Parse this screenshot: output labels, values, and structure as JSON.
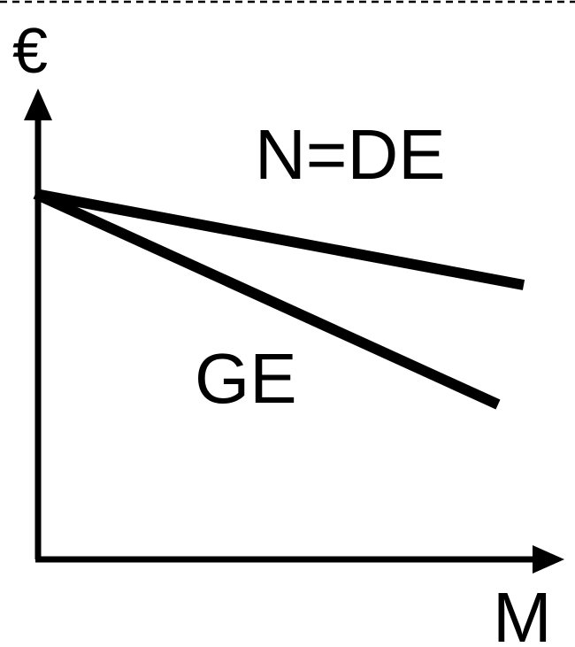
{
  "diagram": {
    "y_axis_label": "€",
    "x_axis_label": "M",
    "lines": [
      {
        "label": "N=DE"
      },
      {
        "label": "GE"
      }
    ],
    "colors": {
      "ink": "#000000",
      "background": "#ffffff"
    }
  }
}
